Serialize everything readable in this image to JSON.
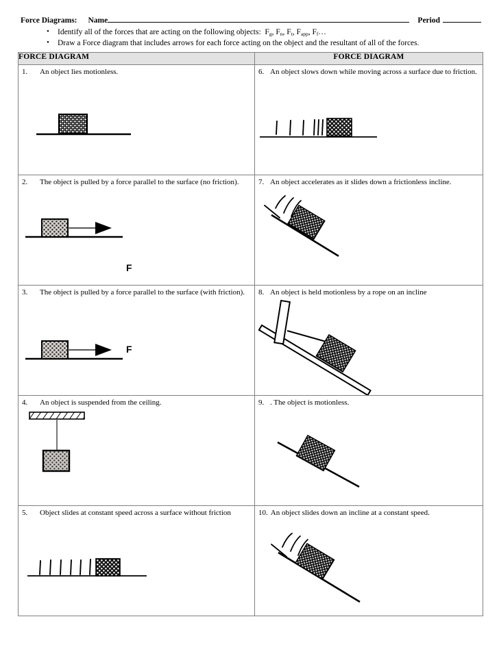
{
  "header": {
    "title": "Force Diagrams:",
    "name_label": "Name",
    "period_label": "Period",
    "name_value": "",
    "period_value": ""
  },
  "instructions": [
    {
      "text_before": "Identify all of the forces that are acting on the following objects:",
      "force_symbols": "Fg, Fn, Ft, Fapp, Ff…"
    },
    {
      "text": "Draw a Force diagram that includes arrows for each force acting on the object and the resultant of all of the forces."
    }
  ],
  "table": {
    "header_left": "FORCE DIAGRAM",
    "header_right": "FORCE DIAGRAM",
    "rows": [
      {
        "left": {
          "number": "1.",
          "text": "An object lies motionless.",
          "figure": "block-on-surface"
        },
        "right": {
          "number": "6.",
          "text": "An object slows down while moving across a surface due to friction.",
          "figure": "block-sliding-decelerating"
        }
      },
      {
        "left": {
          "number": "2.",
          "text": "The object is pulled by a force parallel to the surface (no friction).",
          "figure": "block-pulled-arrow",
          "arrow_label": "F"
        },
        "right": {
          "number": "7.",
          "text": "An object accelerates as it slides down a frictionless incline.",
          "figure": "incline-block-motionlines"
        }
      },
      {
        "left": {
          "number": "3.",
          "text": "The object is pulled by a force parallel to the surface (with friction).",
          "figure": "block-pulled-arrow",
          "arrow_label": "F"
        },
        "right": {
          "number": "8.",
          "text": "An object is held motionless by a rope on an incline",
          "figure": "incline-block-rope-post"
        }
      },
      {
        "left": {
          "number": "4.",
          "text": "An object is suspended from the ceiling.",
          "figure": "block-hanging-ceiling"
        },
        "right": {
          "number": "9.",
          "text": ". The object is motionless.",
          "figure": "incline-block-plain"
        }
      },
      {
        "left": {
          "number": "5.",
          "text": "Object slides at constant speed across a surface without friction",
          "figure": "block-sliding-constant"
        },
        "right": {
          "number": "10.",
          "text": "An object slides down an incline at a constant speed.",
          "figure": "incline-block-motionlines"
        }
      }
    ]
  },
  "colors": {
    "border": "#808080",
    "header_fill": "#e2e2e2",
    "ink": "#000000"
  }
}
